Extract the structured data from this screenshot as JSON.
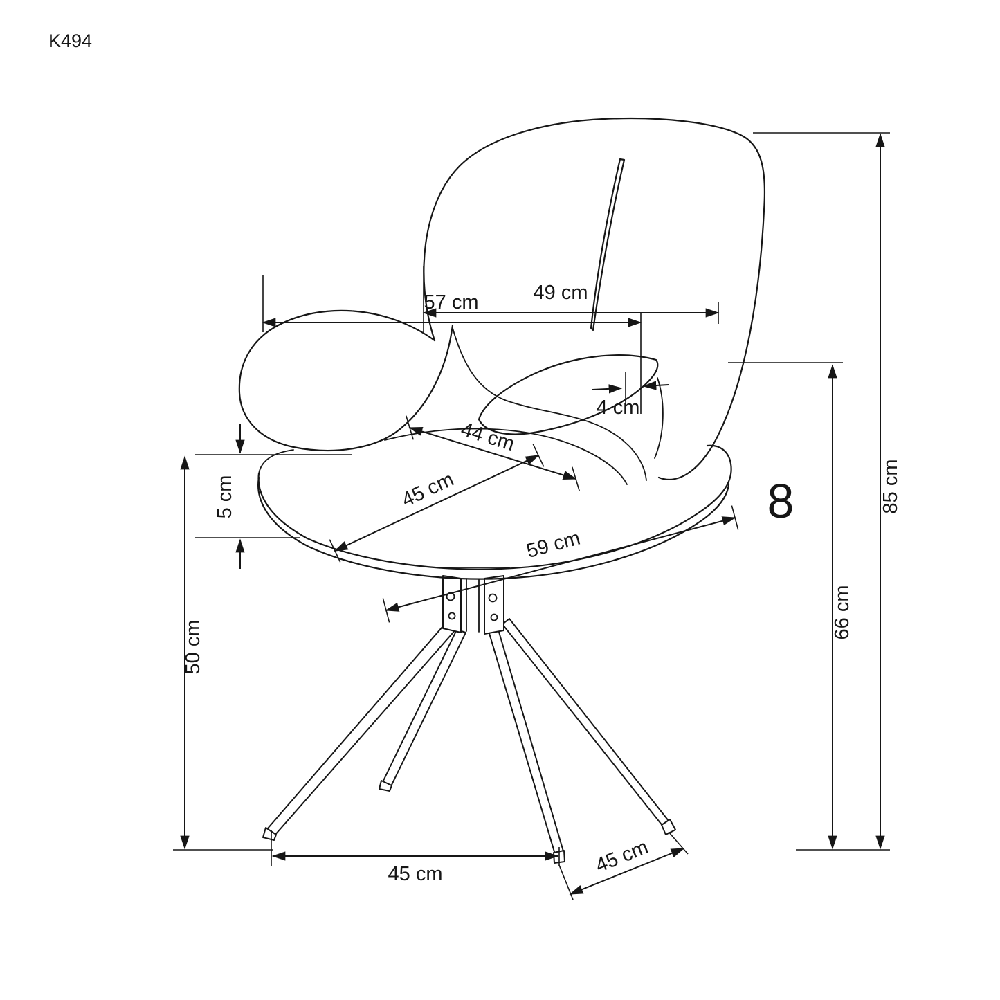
{
  "model": "K494",
  "figure_number": "8",
  "dims": {
    "top_width": "57 cm",
    "back_width": "49 cm",
    "armrest_thickness": "4 cm",
    "seat_depth": "44 cm",
    "seat_width": "45 cm",
    "seat_thickness": "5 cm",
    "total_depth": "59 cm",
    "seat_height": "50 cm",
    "total_height": "85 cm",
    "armrest_height": "66 cm",
    "base_width": "45 cm",
    "base_depth": "45 cm"
  }
}
